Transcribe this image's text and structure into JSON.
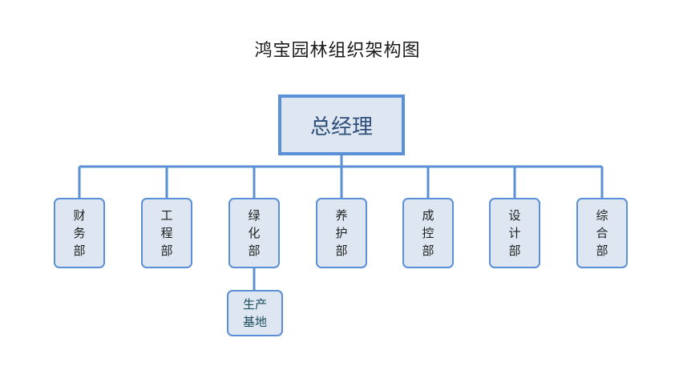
{
  "title": "鸿宝园林组织架构图",
  "general_manager": "总经理",
  "departments": [
    {
      "label": "财\n务\n部"
    },
    {
      "label": "工\n程\n部"
    },
    {
      "label": "绿\n化\n部"
    },
    {
      "label": "养\n护\n部"
    },
    {
      "label": "成\n控\n部"
    },
    {
      "label": "设\n计\n部"
    },
    {
      "label": "综\n合\n部"
    }
  ],
  "sub_units": [
    {
      "label": "生产\n基地",
      "parent": "绿化部"
    }
  ],
  "colors": {
    "border": "#5b8fd6",
    "fill": "#dde6f1",
    "title_text": "#1a1a1a"
  }
}
